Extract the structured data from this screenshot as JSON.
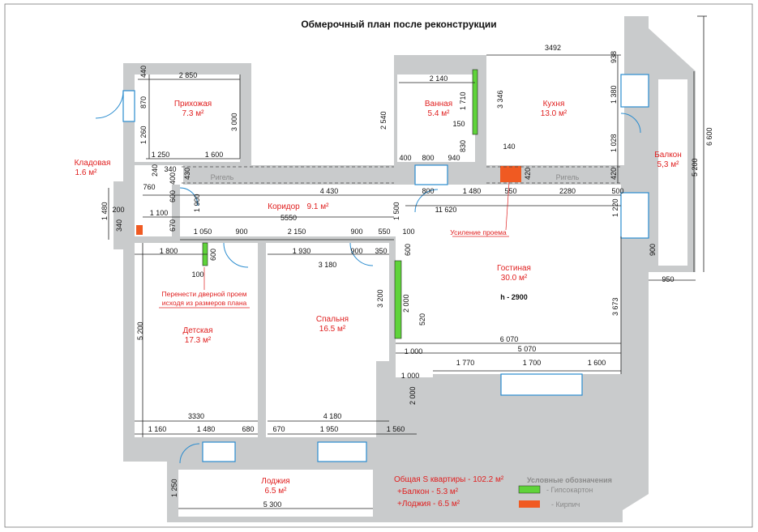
{
  "title": "Обмерочный план после реконструкции",
  "rooms": [
    {
      "name": "Прихожая",
      "area": "7.3 м²"
    },
    {
      "name": "Ванная",
      "area": "5.4 м²"
    },
    {
      "name": "Кухня",
      "area": "13.0 м²"
    },
    {
      "name": "Кладовая",
      "area": "1.6 м²"
    },
    {
      "name": "Коридор",
      "area": "9.1  м²"
    },
    {
      "name": "Гостиная",
      "area": "30.0 м²"
    },
    {
      "name": "Спальня",
      "area": "16.5 м²"
    },
    {
      "name": "Детская",
      "area": "17.3 м²"
    },
    {
      "name": "Балкон",
      "area": "5,3 м²"
    },
    {
      "name": "Лоджия",
      "area": "6.5 м²"
    }
  ],
  "ceiling_height": "h - 2900",
  "labels": {
    "rigel": "Ригель",
    "opening_reinforcement": "Усиление проема",
    "move_door_line1": "Перенести дверной проем",
    "move_door_line2": "исходя из размеров плана"
  },
  "dimensions": [
    "2 850",
    "440",
    "870",
    "3 000",
    "1 260",
    "1 250",
    "1 600",
    "340",
    "240",
    "430",
    "760",
    "600",
    "400",
    "1 900",
    "1 480",
    "1 100",
    "200",
    "340",
    "670",
    "2 140",
    "1 710",
    "150",
    "2 540",
    "830",
    "400",
    "800",
    "940",
    "3492",
    "938",
    "1 380",
    "3 346",
    "1 028",
    "140",
    "420",
    "420",
    "4 430",
    "800",
    "1 480",
    "550",
    "2280",
    "500",
    "11 620",
    "5550",
    "1 500",
    "1 050",
    "900",
    "2 150",
    "900",
    "550",
    "100",
    "1 800",
    "600",
    "100",
    "1 930",
    "900",
    "350",
    "600",
    "3 180",
    "1 220",
    "6 600",
    "5 200",
    "900",
    "950",
    "3 673",
    "3 200",
    "2 000",
    "520",
    "1 000",
    "6 070",
    "5 070",
    "1 770",
    "1 700",
    "1 600",
    "1 000",
    "5 200",
    "2 000",
    "3330",
    "4 180",
    "1 160",
    "1 480",
    "680",
    "670",
    "1 950",
    "1 560",
    "1 250",
    "5 300"
  ],
  "summary": {
    "total": "Общая S квартиры - 102.2 м²",
    "balcony": "+Балкон - 5.3 м²",
    "loggia": "+Лоджия - 6.5 м²"
  },
  "legend": {
    "title": "Условные обозначения",
    "items": [
      {
        "label": "- Гипсокартон",
        "color": "#5fd33a"
      },
      {
        "label": "- Кирпич",
        "color": "#f05a22"
      }
    ]
  },
  "colors": {
    "wall": "#c9cbcc",
    "window": "#2a8ccf",
    "text_red": "#e02020"
  }
}
